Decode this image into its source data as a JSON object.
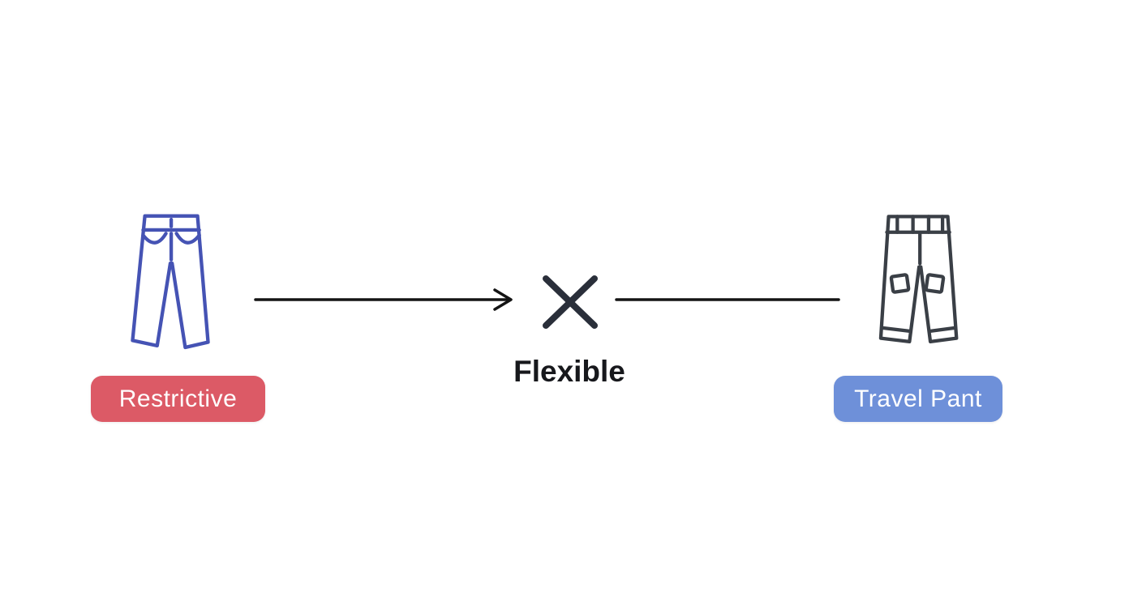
{
  "canvas": {
    "background": "#ffffff"
  },
  "diagram": {
    "left_item": {
      "icon": "slim-pants-icon",
      "icon_color": "#4553b4",
      "badge_label": "Restrictive",
      "badge_color": "#dc5a66",
      "badge_text_color": "#ffffff"
    },
    "connector": {
      "arrow": "right-arrow",
      "arrow_color": "#141414",
      "x_mark": "x-cross-icon",
      "x_color": "#2a2f3a",
      "label": "Flexible",
      "label_color": "#17181c"
    },
    "right_item": {
      "icon": "travel-pants-icon",
      "icon_color": "#3a3f46",
      "badge_label": "Travel Pant",
      "badge_color": "#6e90d9",
      "badge_text_color": "#ffffff"
    }
  }
}
